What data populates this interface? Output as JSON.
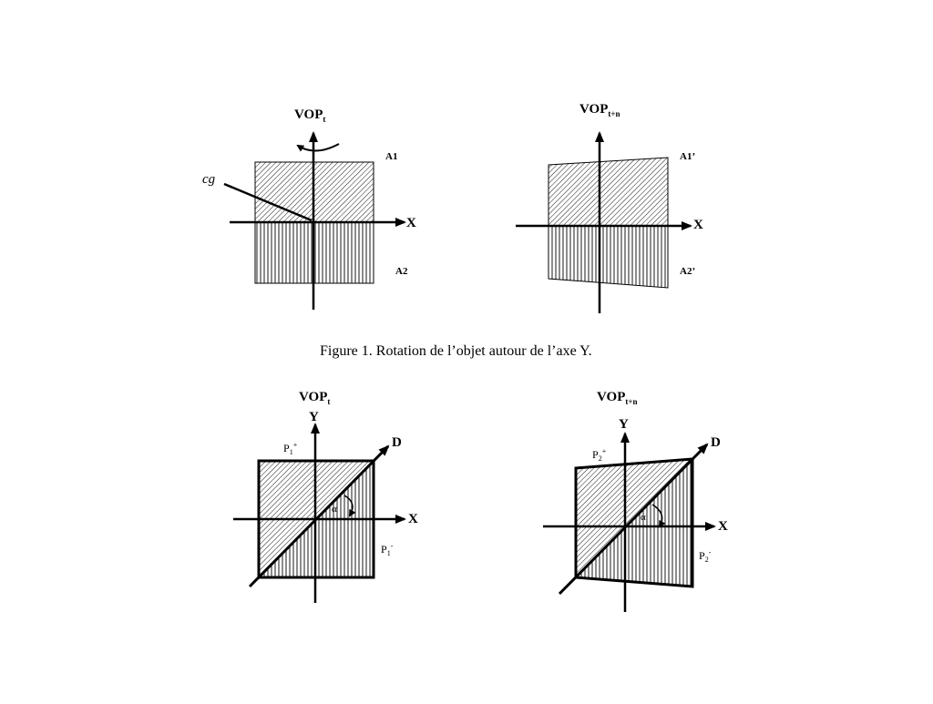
{
  "figure1": {
    "caption": "Figure 1. Rotation de l’objet autour de l’axe Y.",
    "left": {
      "title_main": "VOP",
      "title_sub": "t",
      "label_top": "A1",
      "label_bottom": "A2",
      "label_cg": "cg",
      "label_x": "X"
    },
    "right": {
      "title_main": "VOP",
      "title_sub": "t+n",
      "label_top": "A1’",
      "label_bottom": "A2’",
      "label_x": "X"
    }
  },
  "figure2": {
    "left": {
      "title_main": "VOP",
      "title_sub": "t",
      "label_y": "Y",
      "label_x": "X",
      "label_d": "D",
      "label_alpha": "α",
      "p_plus_main": "P",
      "p_plus_sub": "1",
      "p_plus_sup": "+",
      "p_minus_main": "P",
      "p_minus_sub": "1",
      "p_minus_sup": "-"
    },
    "right": {
      "title_main": "VOP",
      "title_sub": "t+n",
      "label_y": "Y",
      "label_x": "X",
      "label_d": "D",
      "label_alpha": "α",
      "p_plus_main": "P",
      "p_plus_sub": "2",
      "p_plus_sup": "+",
      "p_minus_main": "P",
      "p_minus_sub": "2",
      "p_minus_sup": "-"
    }
  }
}
